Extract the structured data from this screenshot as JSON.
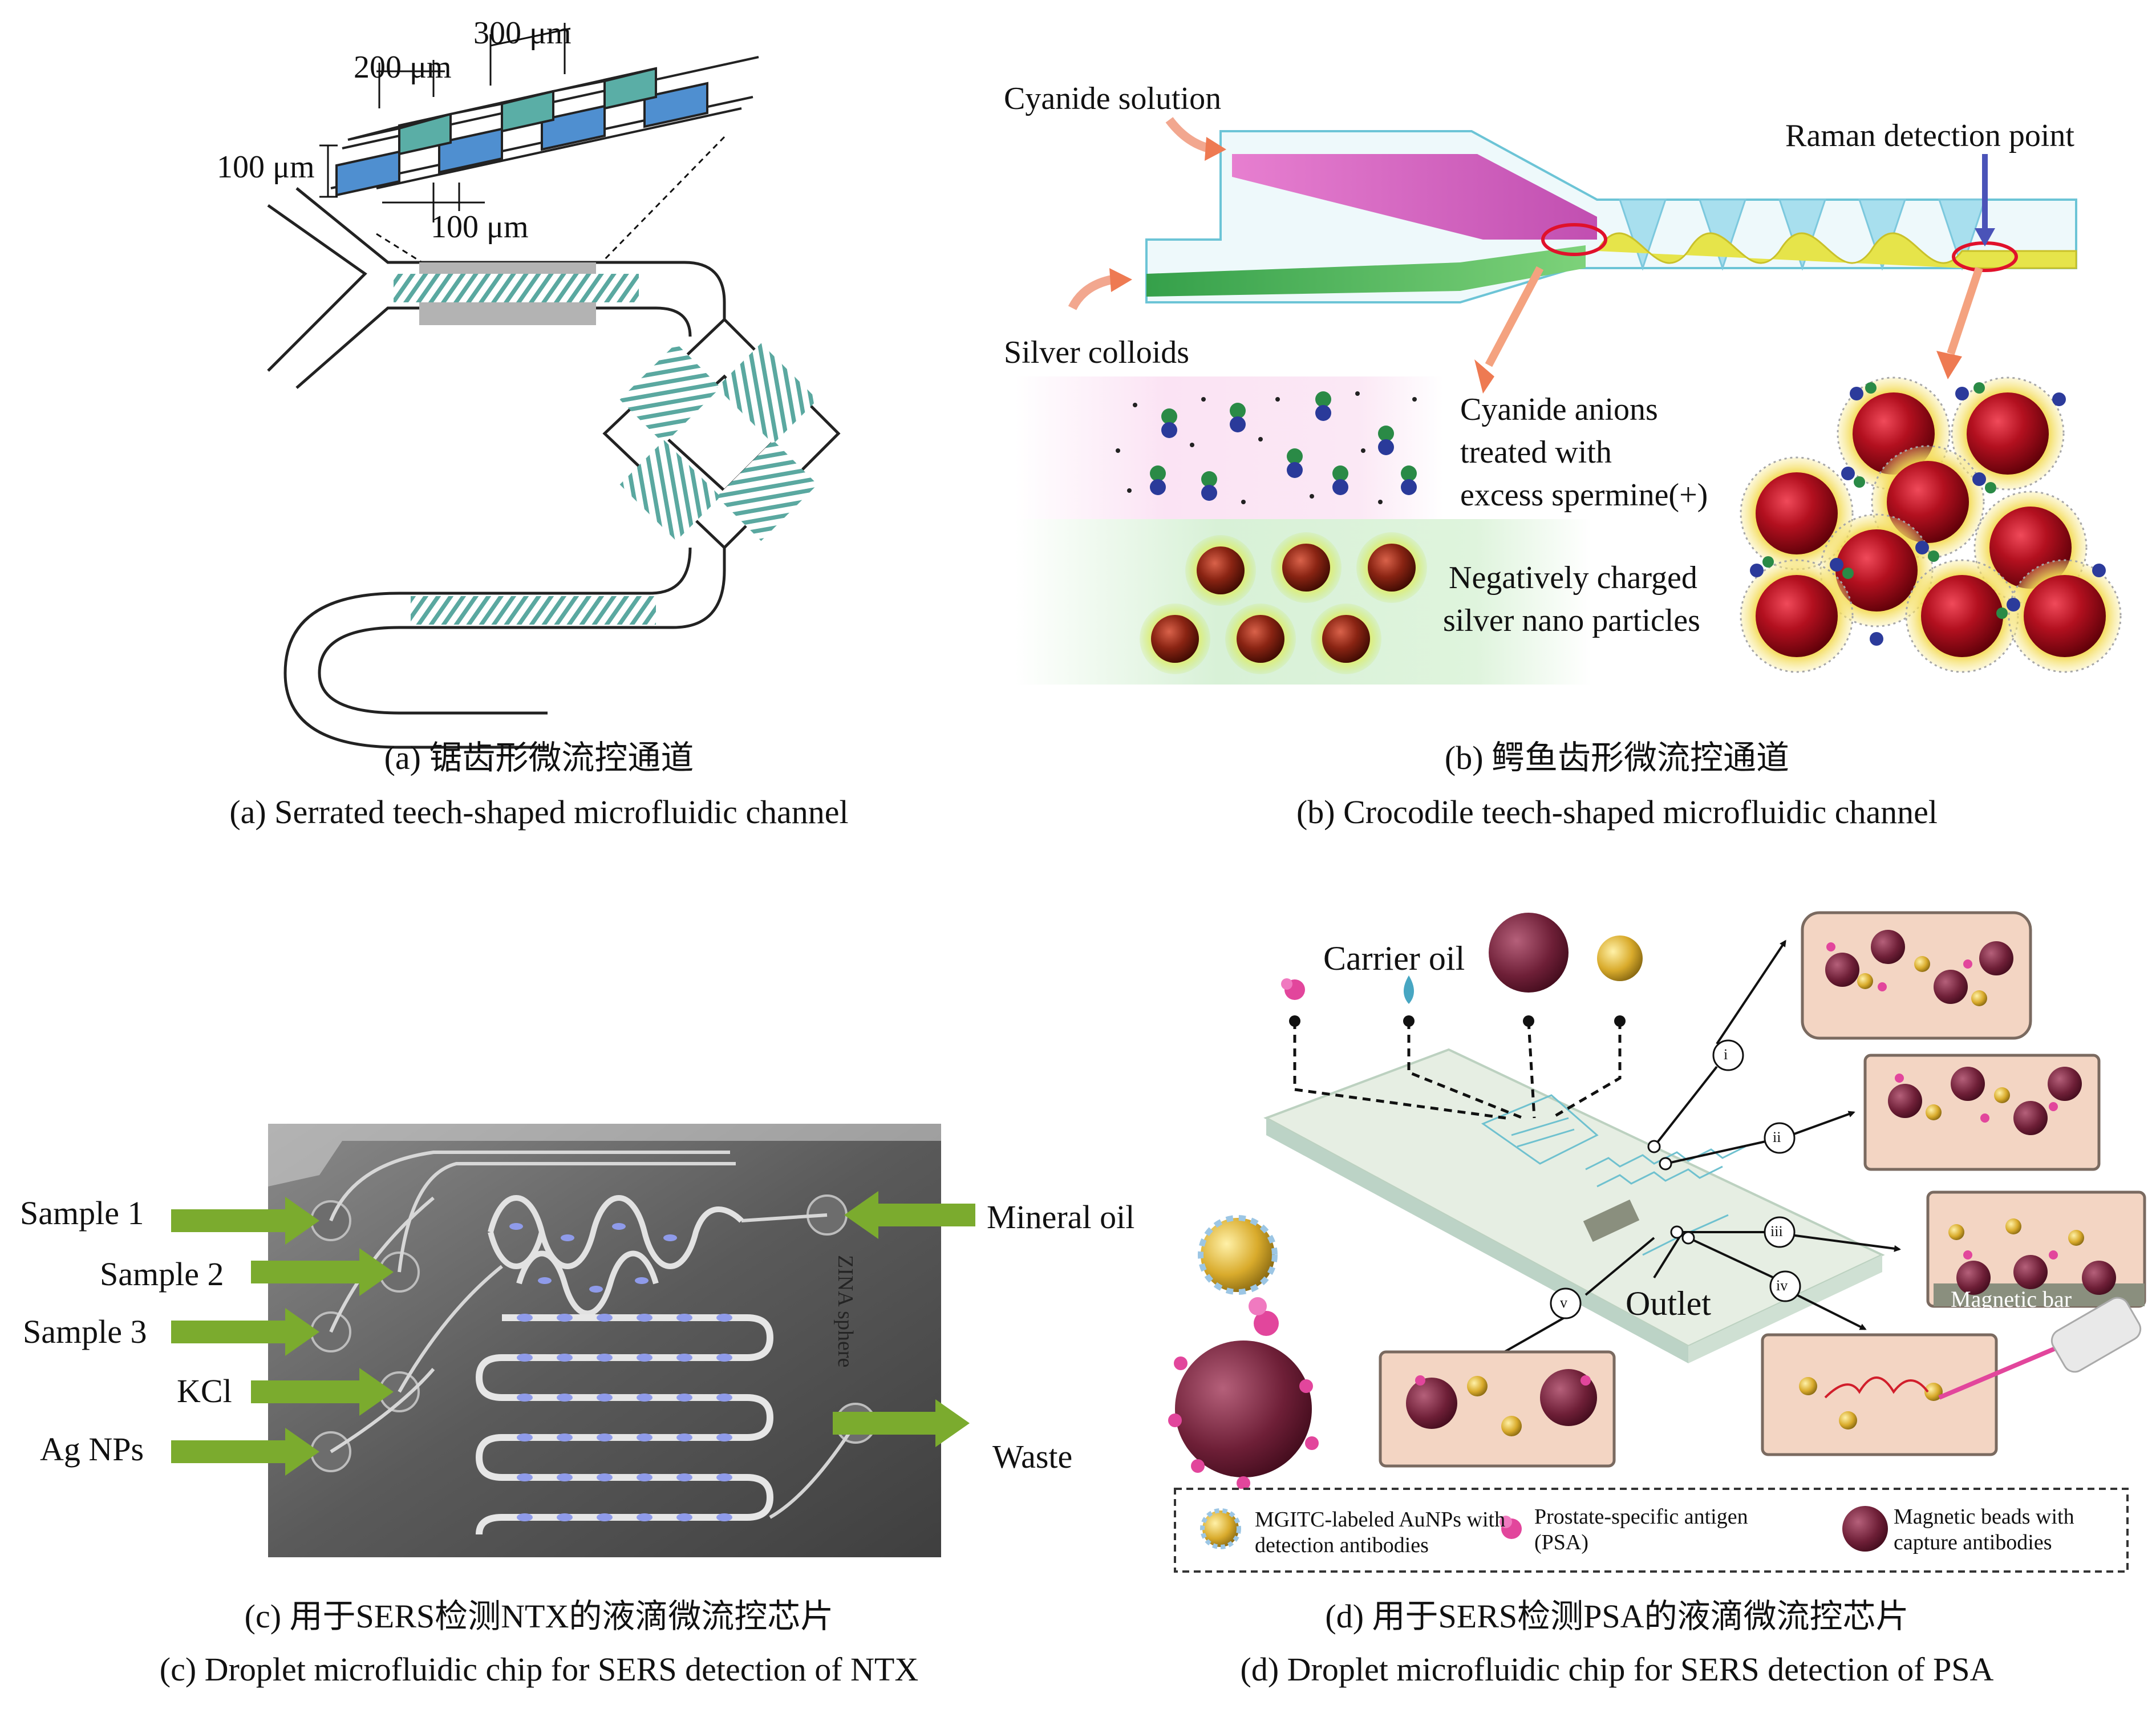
{
  "panel_a": {
    "dims": {
      "width_300": "300 μm",
      "width_200": "200 μm",
      "height_100": "100 μm",
      "gap_100": "100 μm"
    },
    "caption_cn": "(a) 锯齿形微流控通道",
    "caption_en": "(a) Serrated teech-shaped microfluidic channel"
  },
  "panel_b": {
    "labels": {
      "cyanide_solution": "Cyanide solution",
      "silver_colloids": "Silver colloids",
      "raman_point": "Raman detection point",
      "cyanide_anions_1": "Cyanide anions",
      "cyanide_anions_2": "treated with",
      "cyanide_anions_3": "excess spermine(+)",
      "negative_np_1": "Negatively charged",
      "negative_np_2": "silver nano particles"
    },
    "caption_cn": "(b) 鳄鱼齿形微流控通道",
    "caption_en": "(b) Crocodile teech-shaped microfluidic channel"
  },
  "panel_c": {
    "inputs": [
      "Sample 1",
      "Sample 2",
      "Sample 3",
      "KCl",
      "Ag NPs"
    ],
    "mineral_oil": "Mineral oil",
    "waste": "Waste",
    "chip_text": "ZINA sphere",
    "caption_cn": "(c) 用于SERS检测NTX的液滴微流控芯片",
    "caption_en": "(c) Droplet microfluidic chip for SERS detection of NTX"
  },
  "panel_d": {
    "carrier_oil": "Carrier oil",
    "outlet": "Outlet",
    "magnetic_bar": "Magnetic bar",
    "steps": [
      "i",
      "ii",
      "iii",
      "iv",
      "v"
    ],
    "legend": {
      "aunp_1": "MGITC-labeled AuNPs with",
      "aunp_2": "detection antibodies",
      "psa_1": "Prostate-specific antigen",
      "psa_2": "(PSA)",
      "beads_1": "Magnetic beads with",
      "beads_2": "capture antibodies"
    },
    "caption_cn": "(d) 用于SERS检测PSA的液滴微流控芯片",
    "caption_en": "(d) Droplet microfluidic chip for SERS detection of PSA"
  },
  "colors": {
    "channel_teal": "#5aa8a0",
    "block_blue": "#4f8fd0",
    "arrow_green": "#7bab2e",
    "np_red": "#b0101e",
    "np_gold": "#e8c232",
    "chip_dark": "#5a5a5a",
    "droplet_blue": "#8f9bea",
    "arrow_orange": "#ee7a52"
  }
}
